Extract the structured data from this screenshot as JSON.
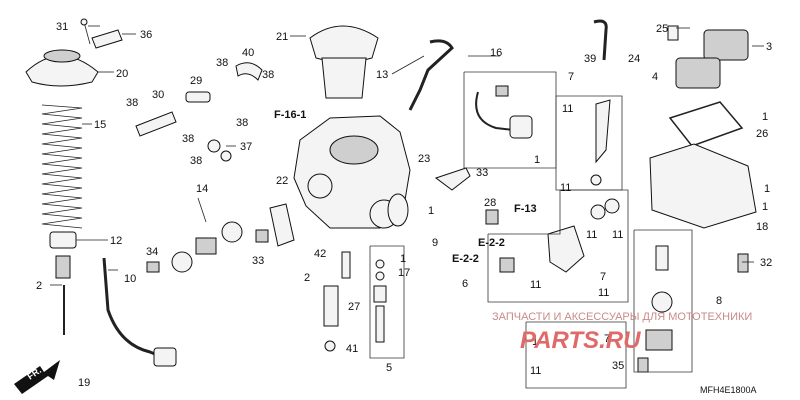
{
  "diagram": {
    "callouts": {
      "c31": "31",
      "c36": "36",
      "c20": "20",
      "c15": "15",
      "c12": "12",
      "c2a": "2",
      "c19": "19",
      "c10": "10",
      "c34": "34",
      "c30": "30",
      "c38a": "38",
      "c38b": "38",
      "c29": "29",
      "c38c": "38",
      "c40": "40",
      "c38d": "38",
      "c38e": "38",
      "c37": "37",
      "c38f": "38",
      "c21": "21",
      "c13": "13",
      "c14": "14",
      "c22": "22",
      "c33a": "33",
      "c42": "42",
      "c2b": "2",
      "c27": "27",
      "c41": "41",
      "c5": "5",
      "c1a": "1",
      "c17": "17",
      "c9": "9",
      "c16": "16",
      "c23": "23",
      "c33b": "33",
      "c28": "28",
      "c1b": "1",
      "c7a": "7",
      "c11a": "11",
      "c1c": "1",
      "c11b": "11",
      "c11c": "11",
      "c6": "6",
      "c11d": "11",
      "c11e": "11",
      "c7b": "7",
      "c11f": "11",
      "c39": "39",
      "c24": "24",
      "c25": "25",
      "c3": "3",
      "c4": "4",
      "c1d": "1",
      "c26": "26",
      "c1e": "1",
      "c18": "18",
      "c32": "32",
      "c8": "8",
      "c1f": "1",
      "c11g": "11",
      "c7c": "7",
      "c35": "35",
      "c1g": "1"
    },
    "references": {
      "f161": "F-16-1",
      "f13": "F-13",
      "e22a": "E-2-2",
      "e22b": "E-2-2"
    },
    "front_arrow": "FR.",
    "diagram_code": "MFH4E1800A"
  },
  "watermark": {
    "text_line": "ЗАПЧАСТИ И АКСЕССУАРЫ ДЛЯ МОТОТЕХНИКИ",
    "logo_text": "PARTS.RU"
  }
}
